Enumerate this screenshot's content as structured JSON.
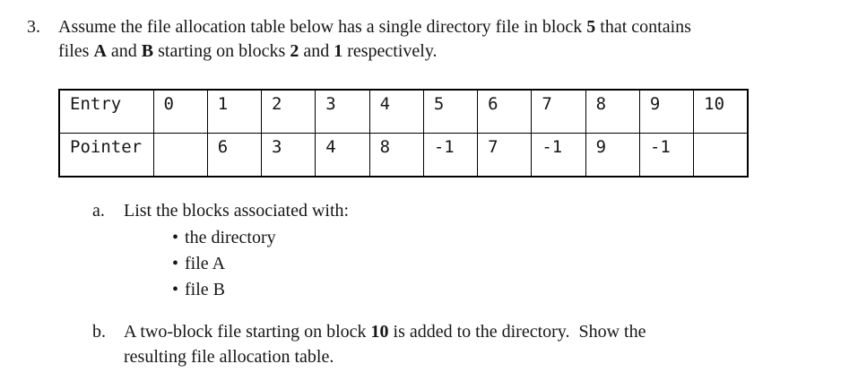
{
  "page": {
    "question_number": "3.",
    "intro": {
      "line1": [
        "Assume the file allocation table below has a single directory file in block ",
        "5",
        " that contains"
      ],
      "line2": [
        "files ",
        "A",
        " and ",
        "B",
        " starting on blocks ",
        "2",
        " and ",
        "1",
        " respectively."
      ]
    },
    "table": {
      "row1_label": "Entry",
      "row1_cells": [
        "0",
        "1",
        "2",
        "3",
        "4",
        "5",
        "6",
        "7",
        "8",
        "9",
        "10"
      ],
      "row2_label": "Pointer",
      "row2_cells": [
        "",
        "6",
        "3",
        "4",
        "8",
        "-1",
        "7",
        "-1",
        "9",
        "-1",
        ""
      ]
    },
    "item_a": {
      "label": "a.",
      "text": "List the blocks associated with:",
      "bullet_glyph": "•",
      "bullets": [
        "the directory",
        "file A",
        "file B"
      ]
    },
    "item_b": {
      "label": "b.",
      "line1": [
        "A two-block file starting on block ",
        "10",
        " is added to the directory.  Show the"
      ],
      "line2": "resulting file allocation table."
    }
  }
}
